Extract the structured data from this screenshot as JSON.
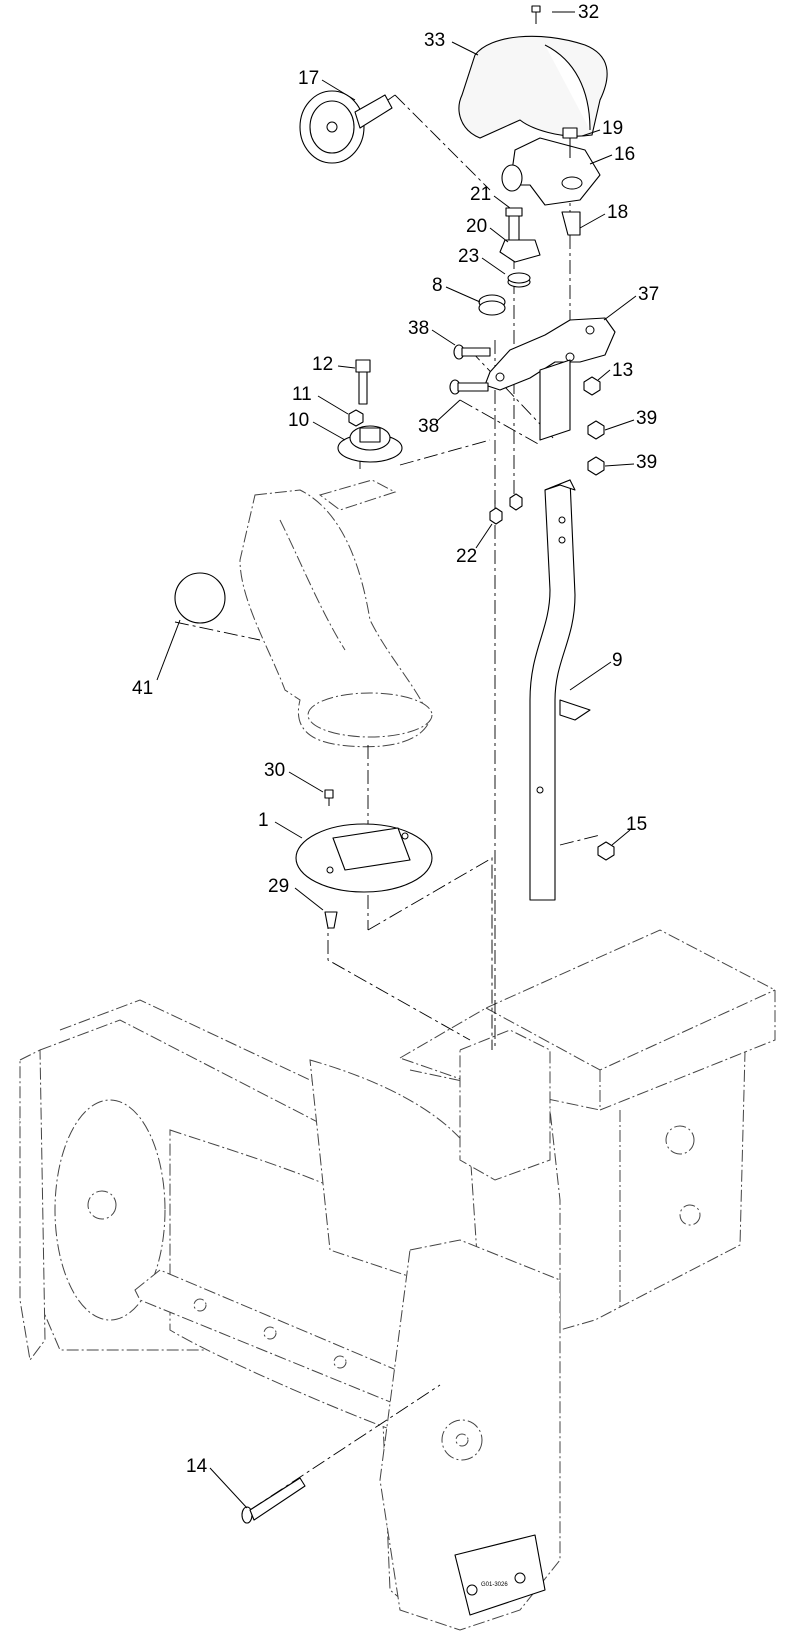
{
  "callouts": [
    {
      "id": "c32",
      "text": "32"
    },
    {
      "id": "c33",
      "text": "33"
    },
    {
      "id": "c17",
      "text": "17"
    },
    {
      "id": "c19",
      "text": "19"
    },
    {
      "id": "c16",
      "text": "16"
    },
    {
      "id": "c21",
      "text": "21"
    },
    {
      "id": "c18",
      "text": "18"
    },
    {
      "id": "c20",
      "text": "20"
    },
    {
      "id": "c23",
      "text": "23"
    },
    {
      "id": "c8",
      "text": "8"
    },
    {
      "id": "c37",
      "text": "37"
    },
    {
      "id": "c38a",
      "text": "38"
    },
    {
      "id": "c12",
      "text": "12"
    },
    {
      "id": "c13",
      "text": "13"
    },
    {
      "id": "c11",
      "text": "11"
    },
    {
      "id": "c10",
      "text": "10"
    },
    {
      "id": "c38b",
      "text": "38"
    },
    {
      "id": "c39a",
      "text": "39"
    },
    {
      "id": "c39b",
      "text": "39"
    },
    {
      "id": "c22",
      "text": "22"
    },
    {
      "id": "c9",
      "text": "9"
    },
    {
      "id": "c41",
      "text": "41"
    },
    {
      "id": "c30",
      "text": "30"
    },
    {
      "id": "c1",
      "text": "1"
    },
    {
      "id": "c15",
      "text": "15"
    },
    {
      "id": "c29",
      "text": "29"
    },
    {
      "id": "c14",
      "text": "14"
    }
  ],
  "colors": {
    "line": "#000000",
    "ghost": "#444444",
    "background": "#ffffff"
  }
}
